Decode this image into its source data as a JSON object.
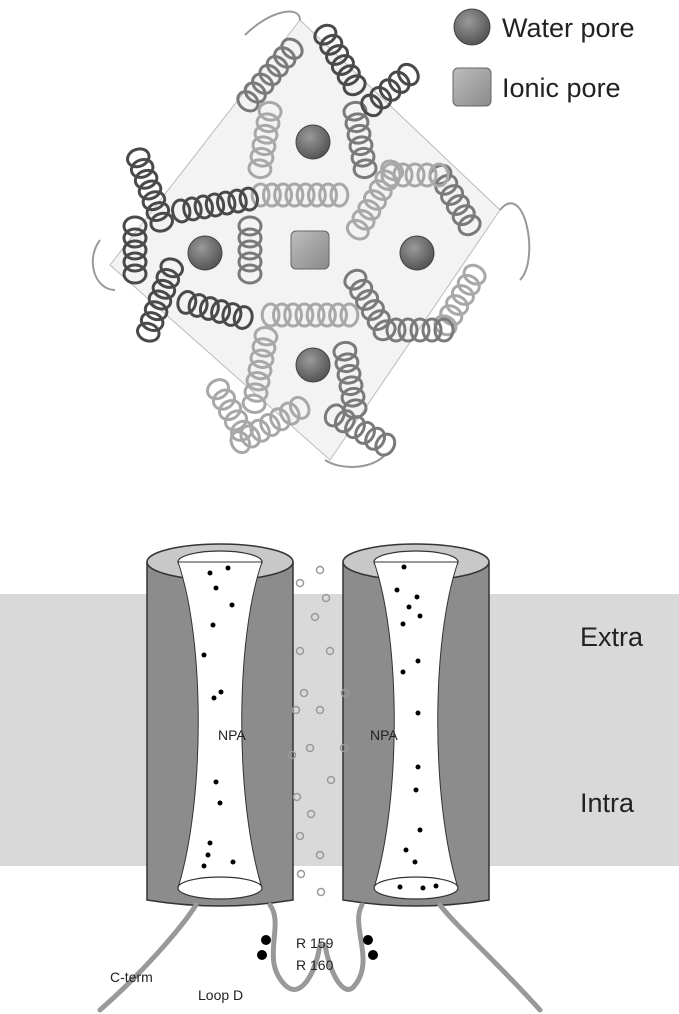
{
  "legend": {
    "water_pore": "Water pore",
    "ionic_pore": "Ionic pore"
  },
  "membrane": {
    "extra_label": "Extra",
    "intra_label": "Intra"
  },
  "channel": {
    "left_npa": "NPA",
    "right_npa": "NPA"
  },
  "residues": {
    "r159": "R 159",
    "r160": "R 160"
  },
  "termini": {
    "c_term": "C-term",
    "loop_d": "Loop D"
  },
  "colors": {
    "water_pore": "#6a6a6a",
    "ionic_pore": "#9a9a9a",
    "membrane_band": "#d9d9d9",
    "cylinder_wall": "#8c8c8c",
    "helix_dark": "#4a4a4a",
    "helix_light": "#a8a8a8"
  }
}
